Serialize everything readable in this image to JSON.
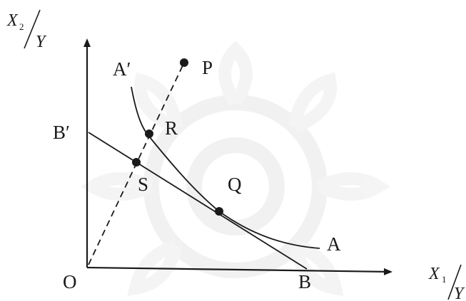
{
  "y_axis_label": {
    "numerator": "X",
    "subscript": "2",
    "denominator": "Y"
  },
  "x_axis_label": {
    "numerator": "X",
    "subscript": "1",
    "denominator": "Y"
  },
  "point_labels": {
    "origin": "O",
    "A": "A",
    "A_prime": "A′",
    "B": "B",
    "B_prime": "B′",
    "P": "P",
    "Q": "Q",
    "R": "R",
    "S": "S"
  },
  "colors": {
    "ink": "#1a1a1a",
    "watermark": "#e9e9e9",
    "background": "#ffffff"
  }
}
